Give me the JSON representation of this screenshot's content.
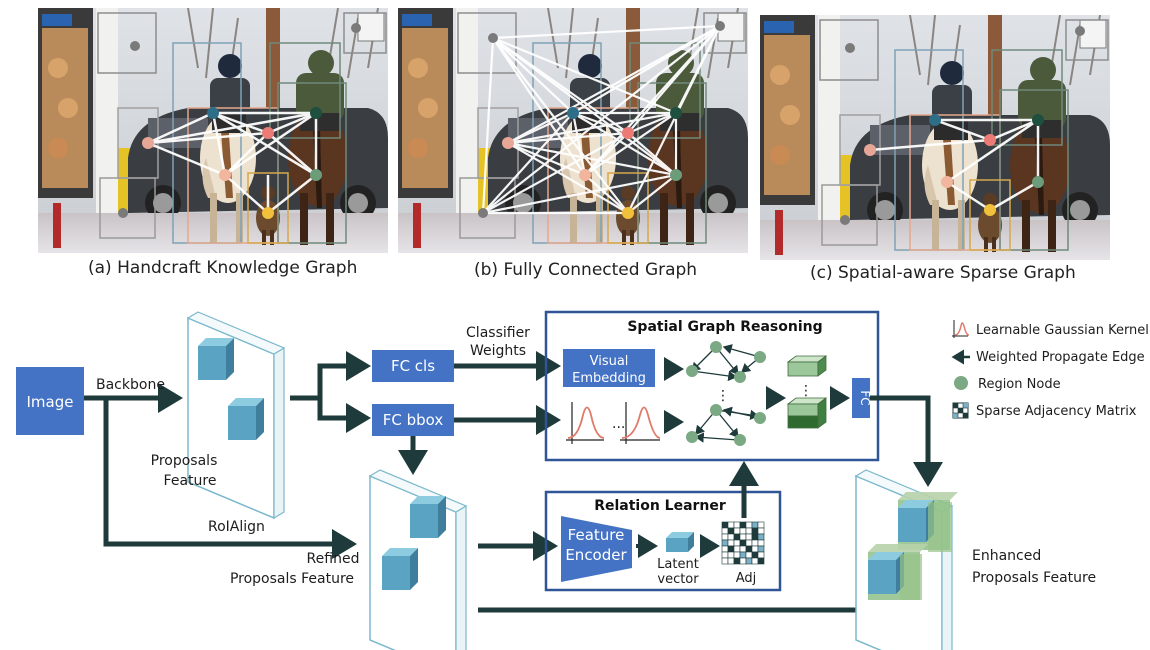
{
  "panels": [
    {
      "caption": "(a) Handcraft Knowledge Graph"
    },
    {
      "caption": "(b) Fully Connected Graph"
    },
    {
      "caption": "(c) Spatial-aware Sparse Graph"
    }
  ],
  "pipeline": {
    "image": "Image",
    "backbone": "Backbone",
    "proposals_feature": [
      "Proposals",
      "Feature"
    ],
    "fc_cls": "FC cls",
    "fc_bbox": "FC bbox",
    "classifier_weights": [
      "Classifier",
      "Weights"
    ],
    "roialign": "RoIAlign",
    "refined": [
      "Refined",
      "Proposals Feature"
    ],
    "enhanced": [
      "Enhanced",
      "Proposals Feature"
    ]
  },
  "spatial": {
    "title": "Spatial Graph Reasoning",
    "visual_embedding": [
      "Visual",
      "Embedding"
    ],
    "fc": "FC",
    "dots": "..."
  },
  "relation": {
    "title": "Relation Learner",
    "feature_encoder": [
      "Feature",
      "Encoder"
    ],
    "latent": [
      "Latent",
      "vector"
    ],
    "adj": "Adj"
  },
  "legend": {
    "gaussian": "Learnable Gaussian Kernel",
    "edge": "Weighted Propagate Edge",
    "node": "Region Node",
    "sparse": "Sparse Adjacency Matrix"
  },
  "colors": {
    "blue_box": "#4472c4",
    "dark_arrow": "#1e3a3a",
    "node": "#7aa983",
    "cube": "#5b9bb8",
    "frame": "#2f5597"
  }
}
